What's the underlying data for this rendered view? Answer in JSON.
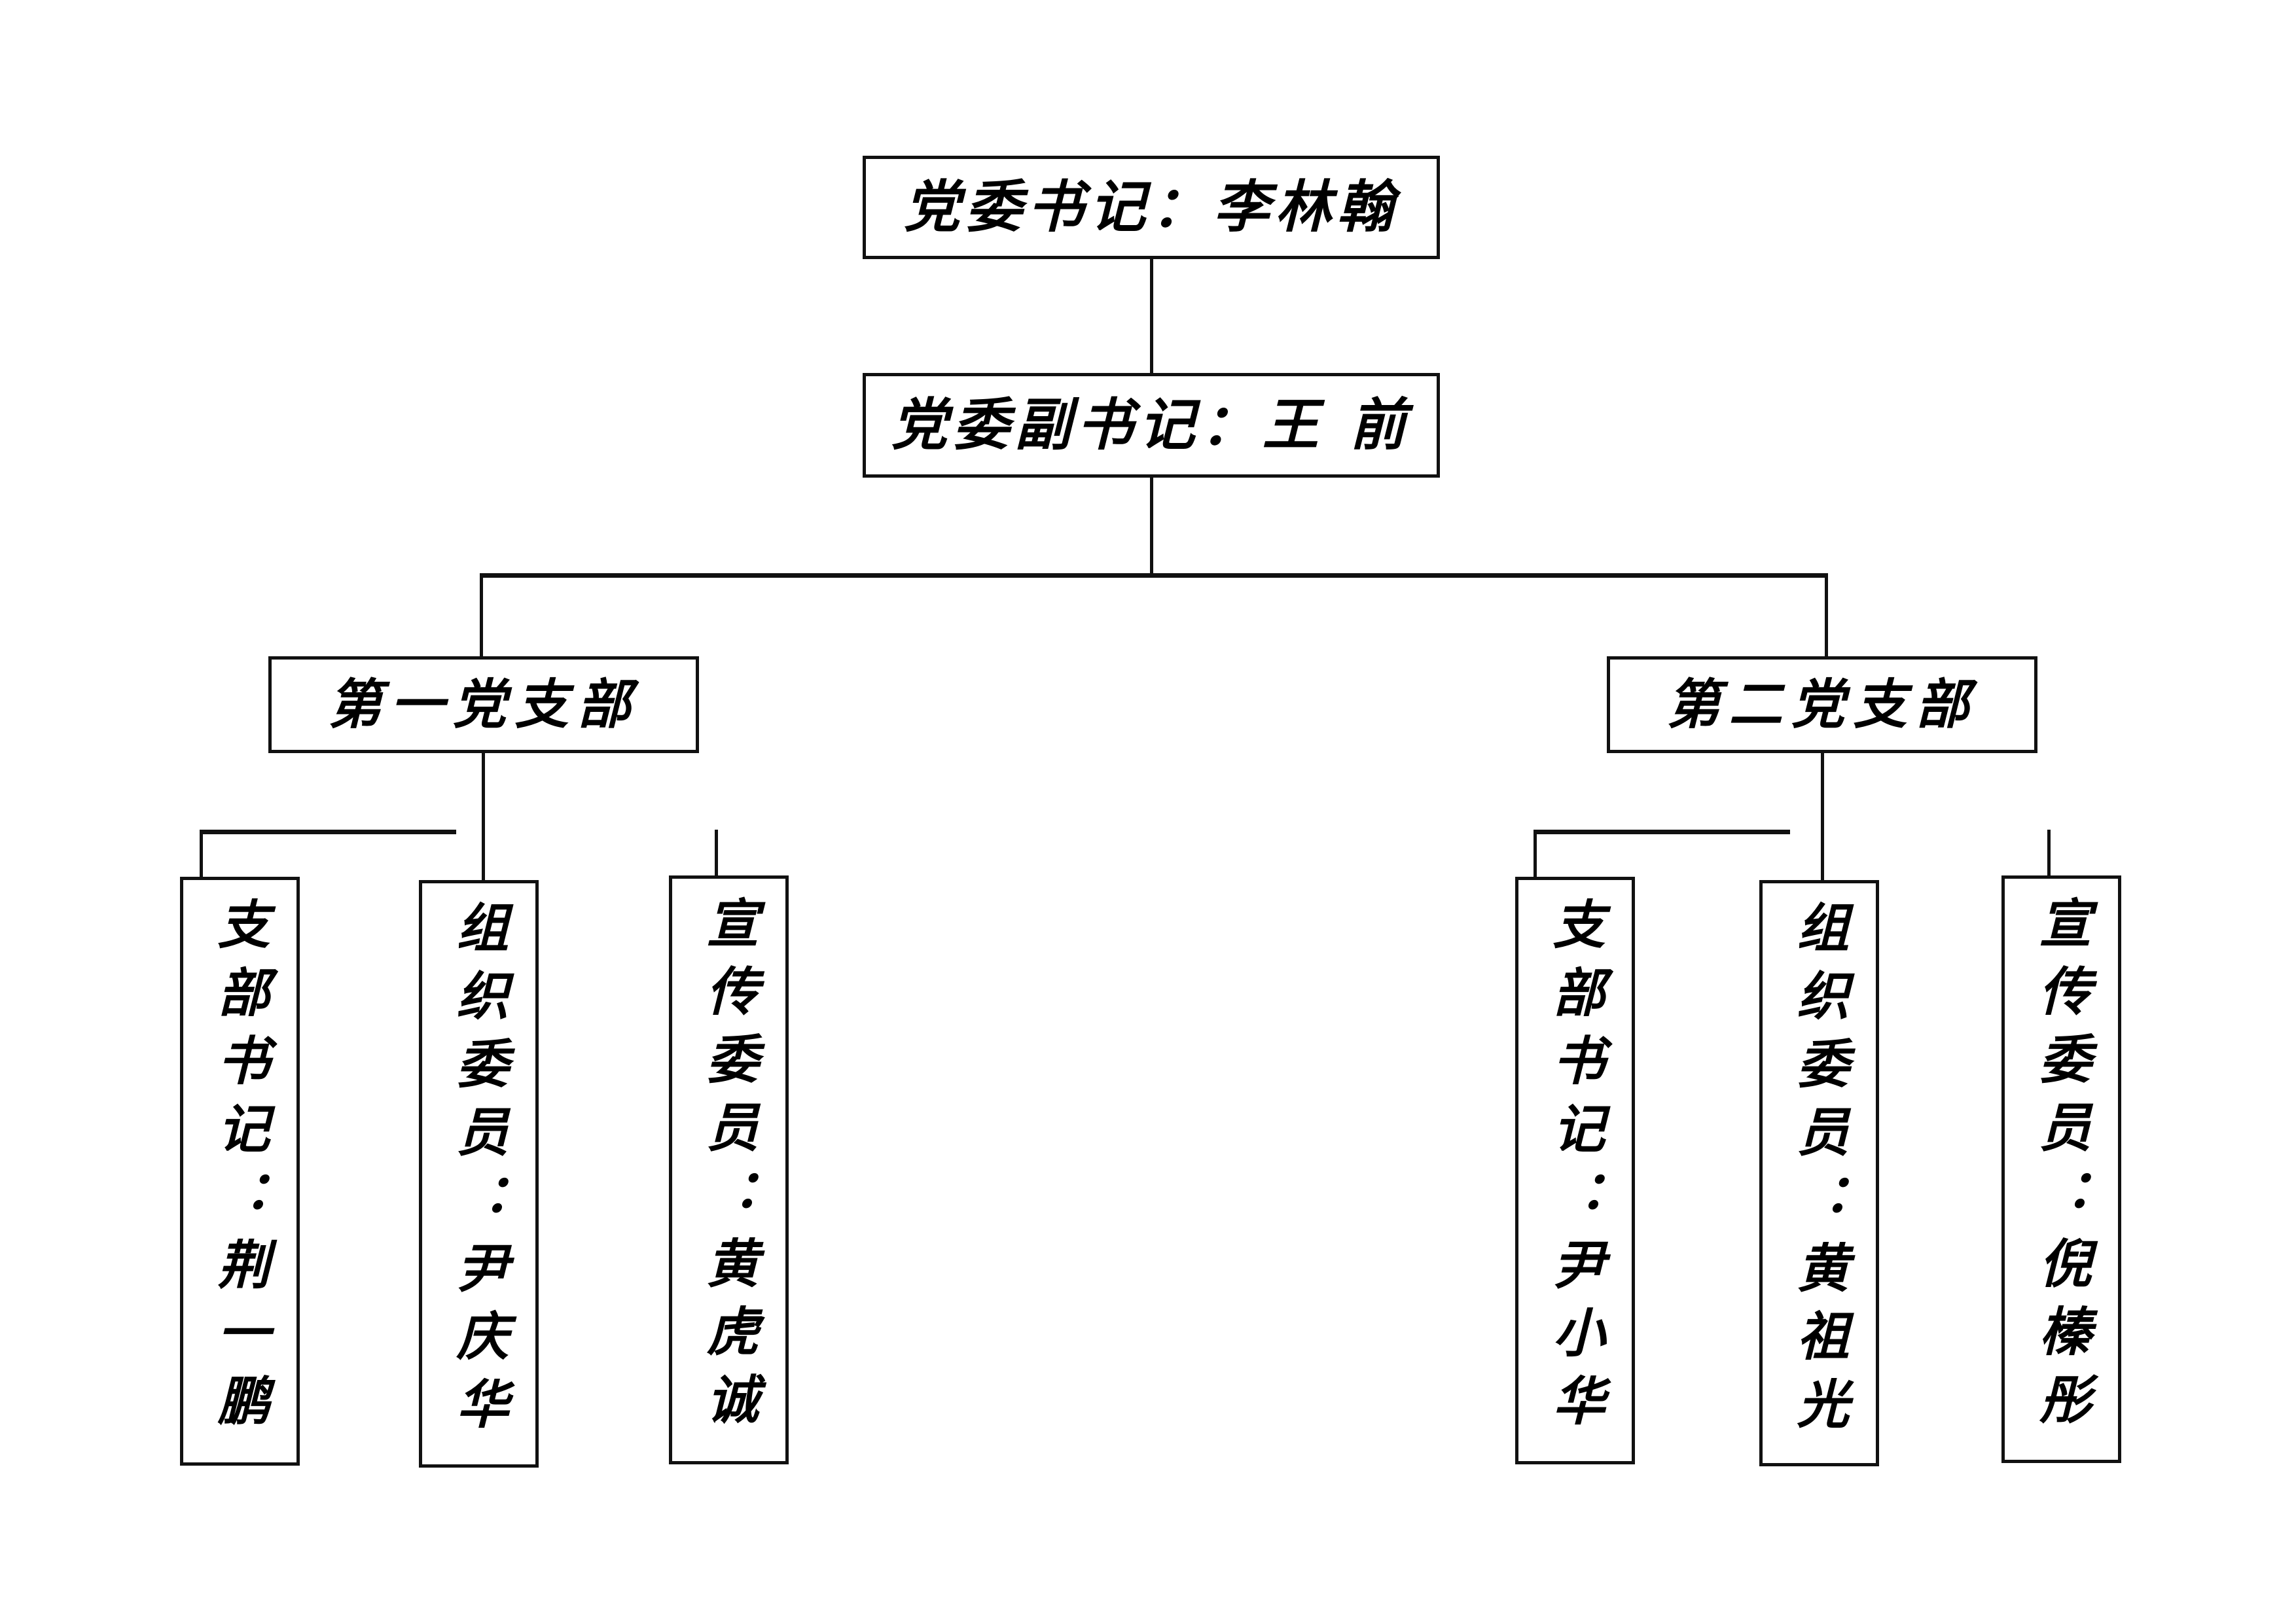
{
  "chart_data": {
    "type": "diagram",
    "title": "",
    "diagram_kind": "organization-chart",
    "orientation": "top-down",
    "line_color": "#111111",
    "box_fill": "#ffffff",
    "levels": [
      {
        "level": 1,
        "nodes": [
          "党委书记：李林翰"
        ]
      },
      {
        "level": 2,
        "nodes": [
          "党委副书记：王 前"
        ]
      },
      {
        "level": 3,
        "nodes": [
          "第一党支部",
          "第二党支部"
        ]
      },
      {
        "level": 4,
        "nodes": [
          "支部书记：荆一鹏",
          "组织委员：尹庆华",
          "宣传委员：黄虎诚",
          "支部书记：尹小华",
          "组织委员：黄祖光",
          "宣传委员：倪榛彤"
        ]
      }
    ],
    "edges": [
      {
        "from": "党委书记：李林翰",
        "to": "党委副书记：王 前"
      },
      {
        "from": "党委副书记：王 前",
        "to": "第一党支部"
      },
      {
        "from": "党委副书记：王 前",
        "to": "第二党支部"
      },
      {
        "from": "第一党支部",
        "to": "支部书记：荆一鹏"
      },
      {
        "from": "第一党支部",
        "to": "组织委员：尹庆华"
      },
      {
        "from": "第一党支部",
        "to": "宣传委员：黄虎诚"
      },
      {
        "from": "第二党支部",
        "to": "支部书记：尹小华"
      },
      {
        "from": "第二党支部",
        "to": "组织委员：黄祖光"
      },
      {
        "from": "第二党支部",
        "to": "宣传委员：倪榛彤"
      }
    ]
  },
  "chart": {
    "secretary": {
      "label": "党委书记：李林翰"
    },
    "deputy_secretary": {
      "label": "党委副书记：王 前"
    },
    "branches": [
      {
        "label": "第一党支部"
      },
      {
        "label": "第二党支部"
      }
    ],
    "branch1_members": [
      {
        "label": "支部书记：荆一鹏"
      },
      {
        "label": "组织委员：尹庆华"
      },
      {
        "label": "宣传委员：黄虎诚"
      }
    ],
    "branch2_members": [
      {
        "label": "支部书记：尹小华"
      },
      {
        "label": "组织委员：黄祖光"
      },
      {
        "label": "宣传委员：倪榛彤"
      }
    ]
  }
}
